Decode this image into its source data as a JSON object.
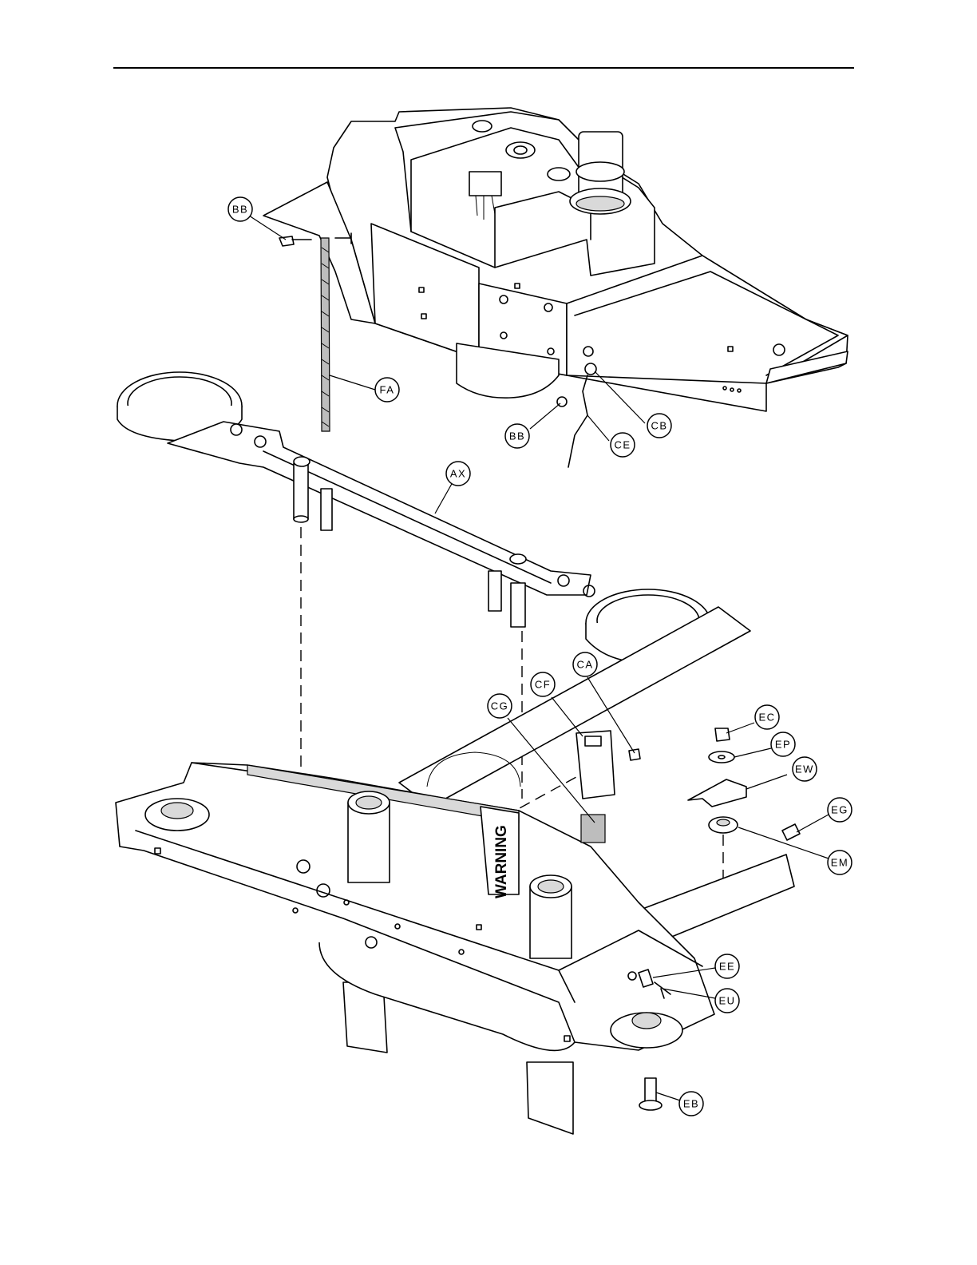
{
  "diagram": {
    "warning_label": "WARNING",
    "callouts": [
      {
        "id": "bb-top",
        "label": "BB"
      },
      {
        "id": "fa",
        "label": "FA"
      },
      {
        "id": "bb-bottom",
        "label": "BB"
      },
      {
        "id": "cb",
        "label": "CB"
      },
      {
        "id": "ce",
        "label": "CE"
      },
      {
        "id": "ax",
        "label": "AX"
      },
      {
        "id": "ca",
        "label": "CA"
      },
      {
        "id": "cf",
        "label": "CF"
      },
      {
        "id": "cg",
        "label": "CG"
      },
      {
        "id": "ec",
        "label": "EC"
      },
      {
        "id": "ep",
        "label": "EP"
      },
      {
        "id": "ew",
        "label": "EW"
      },
      {
        "id": "eg",
        "label": "EG"
      },
      {
        "id": "em",
        "label": "EM"
      },
      {
        "id": "ee",
        "label": "EE"
      },
      {
        "id": "eu",
        "label": "EU"
      },
      {
        "id": "eb",
        "label": "EB"
      }
    ]
  }
}
